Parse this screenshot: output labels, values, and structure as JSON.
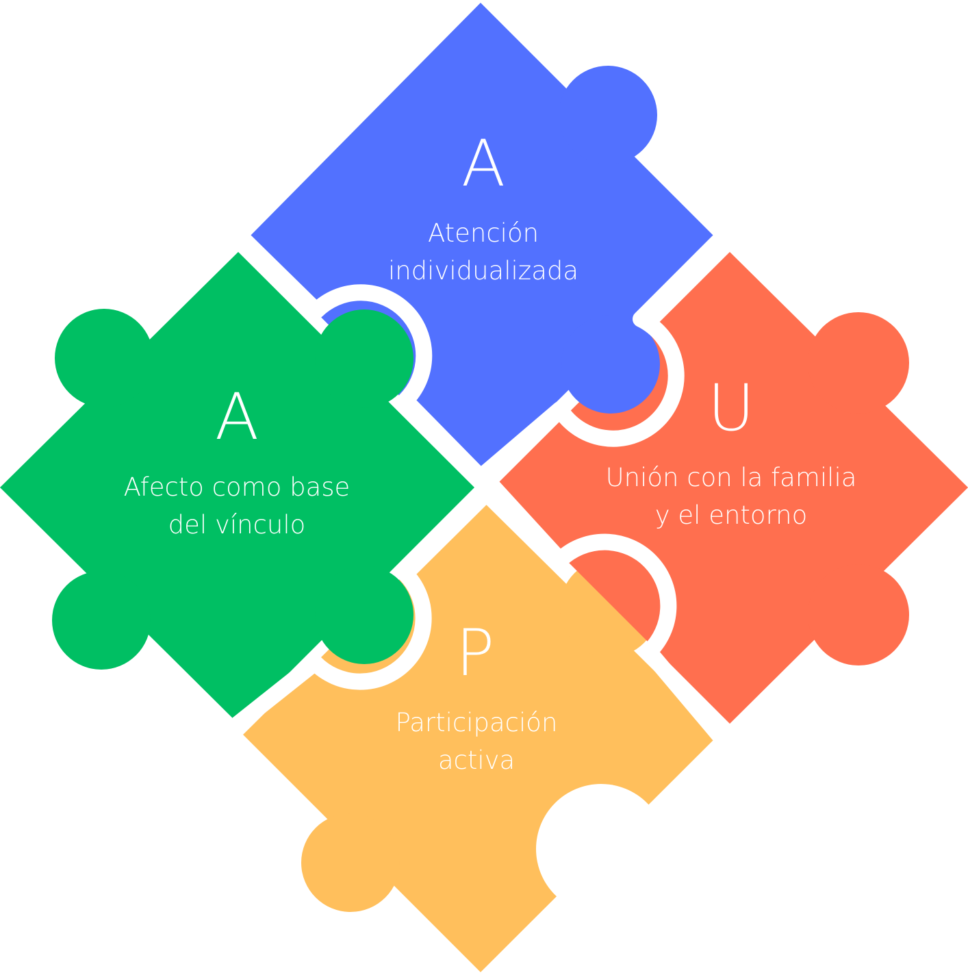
{
  "pieces": {
    "top": {
      "letter": "A",
      "label_lines": [
        "Atención",
        "individualizada"
      ],
      "color": "#5271ff"
    },
    "left": {
      "letter": "A",
      "label_lines": [
        "Afecto como base",
        "del vínculo"
      ],
      "color": "#00bf63"
    },
    "right": {
      "letter": "U",
      "label_lines": [
        "Unión con la familia",
        "y el entorno"
      ],
      "color": "#ff6f4f"
    },
    "bottom": {
      "letter": "P",
      "label_lines": [
        "Participación",
        "activa"
      ],
      "color": "#ffbf5c"
    }
  }
}
